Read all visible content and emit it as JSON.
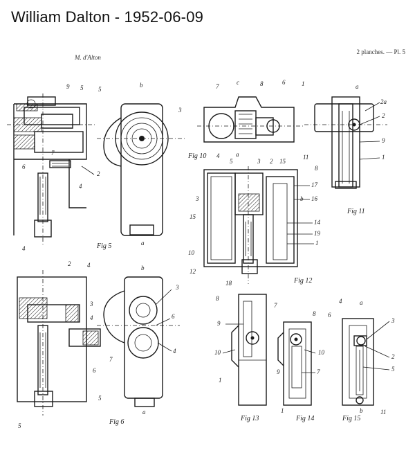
{
  "header": {
    "title": "William Dalton - 1952-06-09",
    "left_note": "M. d'Alton",
    "right_note": "2 planches. — Pl. 5"
  },
  "figures": {
    "fig5": "Fig 5",
    "fig6": "Fig 6",
    "fig10": "Fig 10",
    "fig11": "Fig 11",
    "fig12": "Fig 12",
    "fig13": "Fig 13",
    "fig14": "Fig 14",
    "fig15": "Fig 15"
  },
  "labels": {
    "f5": [
      "9",
      "5",
      "5",
      "b",
      "3",
      "7",
      "6",
      "2",
      "4",
      "4",
      "a"
    ],
    "f6": [
      "2",
      "4",
      "b",
      "3",
      "4",
      "7",
      "6",
      "5",
      "a",
      "3",
      "6",
      "4",
      "5"
    ],
    "f10": [
      "7",
      "c",
      "8",
      "6",
      "1",
      "4",
      "a",
      "5",
      "3",
      "2",
      "15",
      "11"
    ],
    "f11": [
      "a",
      "2a",
      "2",
      "9",
      "1"
    ],
    "f12": [
      "8",
      "3",
      "17",
      "b",
      "16",
      "15",
      "14",
      "19",
      "1",
      "10",
      "12",
      "18"
    ],
    "f13": [
      "8",
      "7",
      "9",
      "10",
      "1",
      "1"
    ],
    "f14": [
      "8",
      "10",
      "9",
      "7"
    ],
    "f15": [
      "4",
      "a",
      "6",
      "3",
      "2",
      "5",
      "b",
      "11"
    ]
  }
}
